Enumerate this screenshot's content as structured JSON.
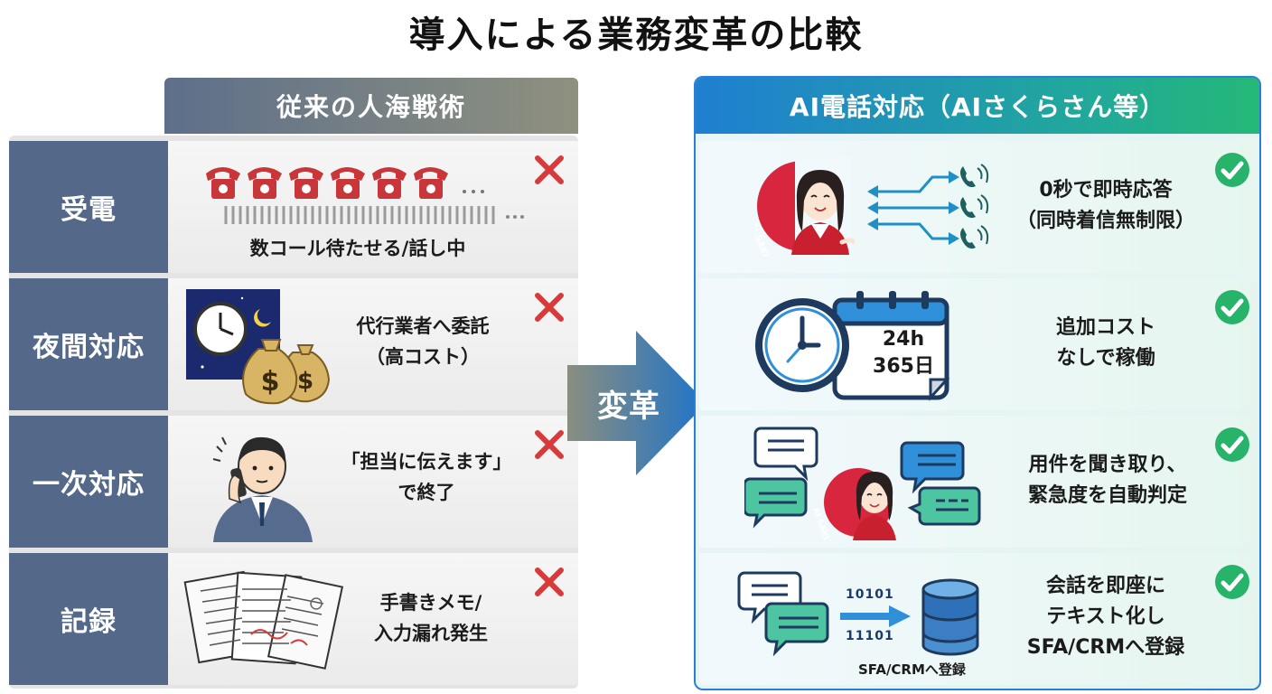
{
  "title": "導入による業務変革の比較",
  "left": {
    "header": "従来の人海戦術",
    "rows": [
      {
        "label": "受電",
        "text": "数コール待たせる/話し中"
      },
      {
        "label": "夜間対応",
        "text": "代行業者へ委託\n（高コスト）"
      },
      {
        "label": "一次対応",
        "text": "「担当に伝えます」\nで終了"
      },
      {
        "label": "記録",
        "text": "手書きメモ/\n入力漏れ発生"
      }
    ]
  },
  "arrow_label": "変革",
  "right": {
    "header": "AI電話対応（AIさくらさん等）",
    "rows": [
      {
        "text": "0秒で即時応答\n（同時着信無制限）"
      },
      {
        "text": "追加コスト\nなしで稼働",
        "calendar_line1": "24h",
        "calendar_line2": "365日"
      },
      {
        "text": "用件を聞き取り、\n緊急度を自動判定"
      },
      {
        "text": "会話を即座に\nテキスト化し\nSFA/CRMへ登録",
        "binary1": "10101",
        "binary2": "11101",
        "db_caption": "SFA/CRMへ登録"
      }
    ]
  },
  "colors": {
    "left_label_bg": "#54698a",
    "x_mark": "#d83a3a",
    "check": "#27b36a",
    "right_border": "#2a7fd6"
  },
  "icons": {
    "cross": "x-mark-icon",
    "check": "check-circle-icon"
  }
}
